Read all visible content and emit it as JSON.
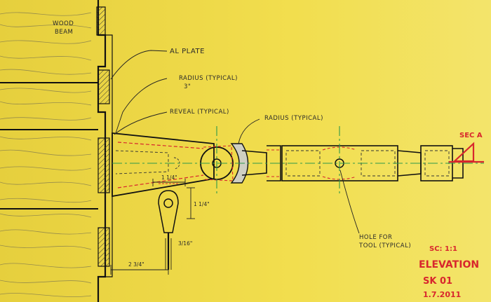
{
  "labels": {
    "wood_beam_1": "WOOD",
    "wood_beam_2": "BEAM",
    "al_plate": "AL PLATE",
    "radius_typical_left": "RADIUS (TYPICAL)",
    "radius_value": "3\"",
    "reveal_typical": "REVEAL (TYPICAL)",
    "radius_typical_right": "RADIUS (TYPICAL)",
    "hole_for_1": "HOLE FOR",
    "hole_for_2": "TOOL (TYPICAL)"
  },
  "dimensions": {
    "width_top": "1 1/4\"",
    "height_side": "1 1/4\"",
    "pin": "3/16\"",
    "offset": "2 3/4\""
  },
  "title_block": {
    "section_marker": "SEC A",
    "scale": "SC: 1:1",
    "view": "ELEVATION",
    "sheet": "SK 01",
    "date": "1.7.2011"
  },
  "colors": {
    "paper": "#f0dc4a",
    "ink": "#1c1c1c",
    "red_ink": "#d8262d",
    "green_ink": "#2e9a4a"
  }
}
